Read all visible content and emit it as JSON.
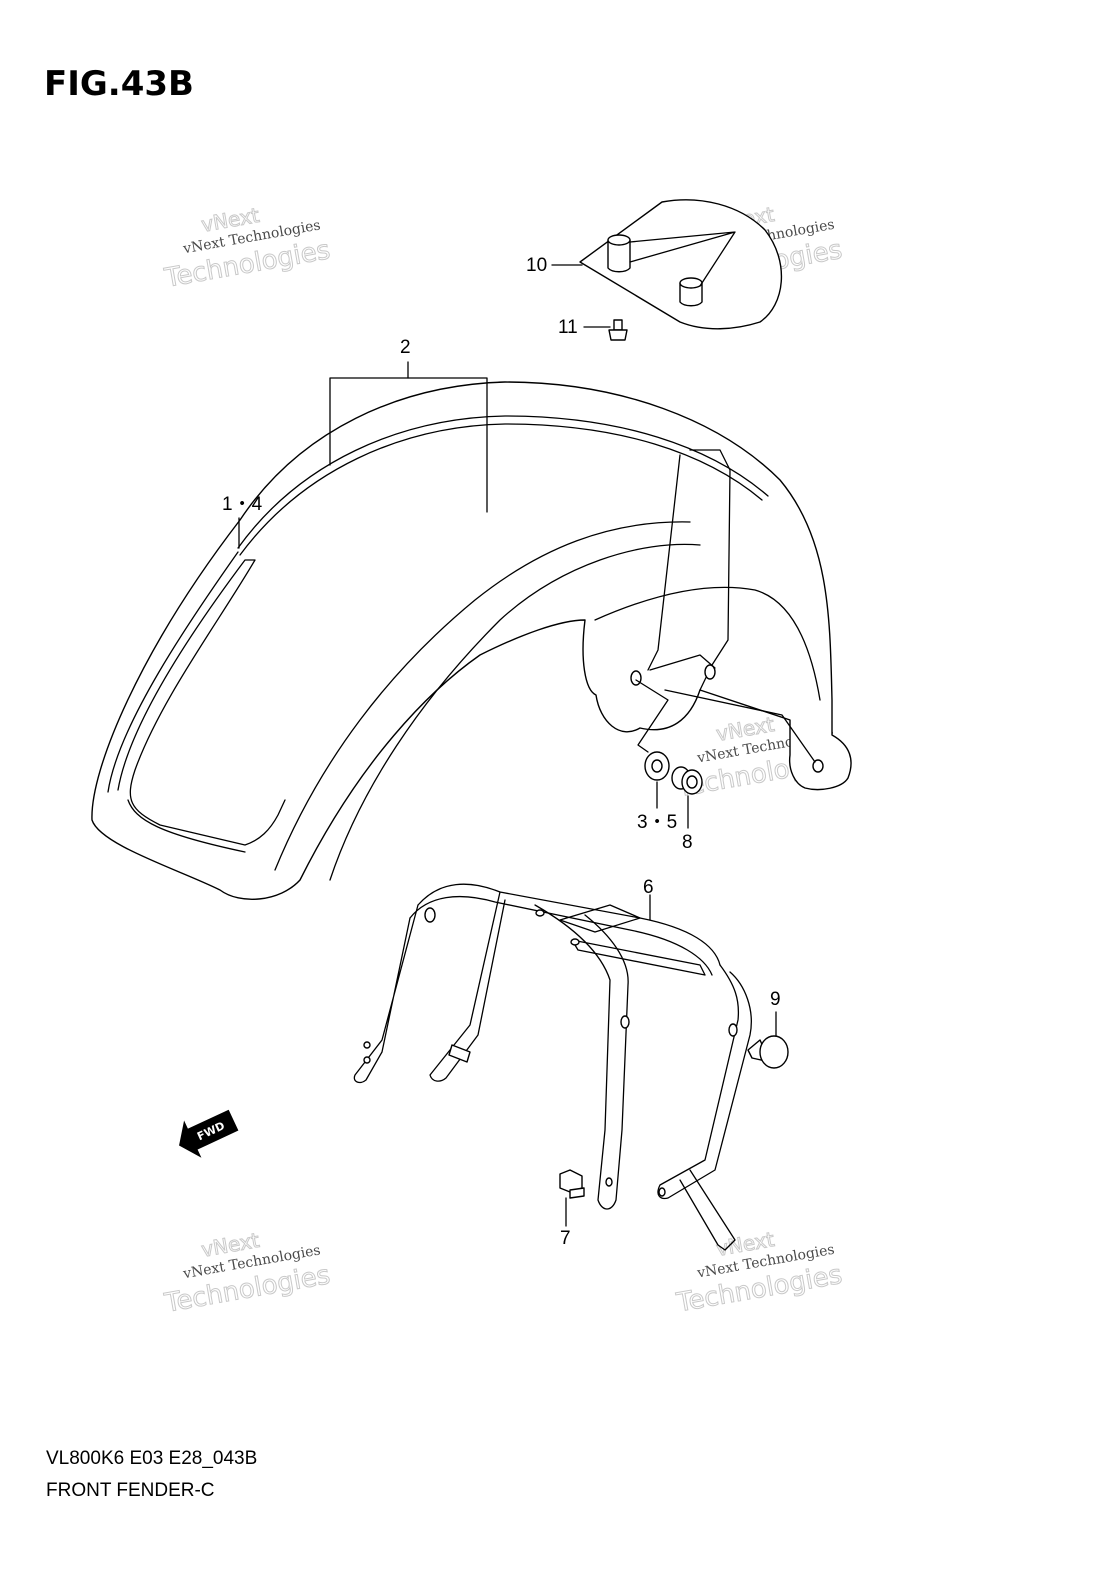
{
  "figure": {
    "title": "FIG.43B",
    "code": "VL800K6 E03 E28_043B",
    "name": "FRONT FENDER-C"
  },
  "callouts": {
    "c1": "1・4",
    "c2": "2",
    "c3": "3・5",
    "c6": "6",
    "c7": "7",
    "c8": "8",
    "c9": "9",
    "c10": "10",
    "c11": "11"
  },
  "watermark": {
    "line_small": "vNext Technologies",
    "line_outline": "vNext",
    "line_large": "Technologies"
  },
  "direction_badge": {
    "label": "FWD",
    "icon": "fwd-arrow-icon"
  }
}
